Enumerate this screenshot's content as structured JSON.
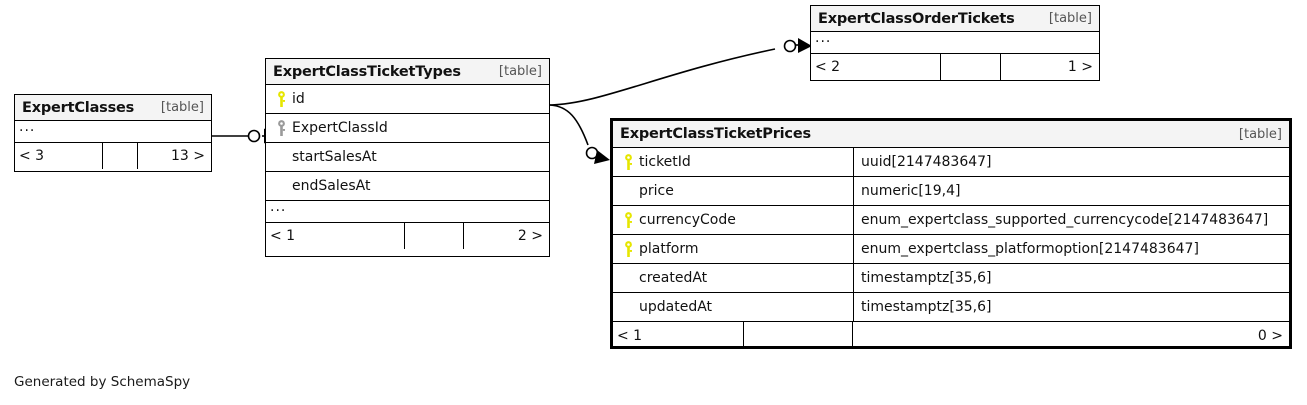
{
  "diagram": {
    "generator_note": "Generated by SchemaSpy",
    "table_tag": "[table]",
    "ellipsis": "...",
    "key_colors": {
      "primary": "#e6e600",
      "foreign": "#9a9a9a"
    },
    "edge_color": "#000000"
  },
  "tables": {
    "expert_classes": {
      "name": "ExpertClasses",
      "tag": "[table]",
      "ellipsis": "...",
      "footer": {
        "left": "< 3",
        "middle": "",
        "right": "13 >"
      }
    },
    "expert_class_ticket_types": {
      "name": "ExpertClassTicketTypes",
      "tag": "[table]",
      "ellipsis": "...",
      "columns": [
        {
          "name": "id",
          "key": "primary",
          "type": ""
        },
        {
          "name": "ExpertClassId",
          "key": "foreign",
          "type": ""
        },
        {
          "name": "startSalesAt",
          "key": "none",
          "type": ""
        },
        {
          "name": "endSalesAt",
          "key": "none",
          "type": ""
        }
      ],
      "footer": {
        "left": "< 1",
        "middle": "",
        "right": "2 >"
      }
    },
    "expert_class_order_tickets": {
      "name": "ExpertClassOrderTickets",
      "tag": "[table]",
      "ellipsis": "...",
      "footer": {
        "left": "< 2",
        "middle": "",
        "right": "1 >"
      }
    },
    "expert_class_ticket_prices": {
      "name": "ExpertClassTicketPrices",
      "tag": "[table]",
      "focused": true,
      "columns": [
        {
          "name": "ticketId",
          "key": "primary",
          "type": "uuid[2147483647]"
        },
        {
          "name": "price",
          "key": "none",
          "type": "numeric[19,4]"
        },
        {
          "name": "currencyCode",
          "key": "primary",
          "type": "enum_expertclass_supported_currencycode[2147483647]"
        },
        {
          "name": "platform",
          "key": "primary",
          "type": "enum_expertclass_platformoption[2147483647]"
        },
        {
          "name": "createdAt",
          "key": "none",
          "type": "timestamptz[35,6]"
        },
        {
          "name": "updatedAt",
          "key": "none",
          "type": "timestamptz[35,6]"
        }
      ],
      "footer": {
        "left": "< 1",
        "middle": "",
        "right": "0 >"
      }
    }
  }
}
